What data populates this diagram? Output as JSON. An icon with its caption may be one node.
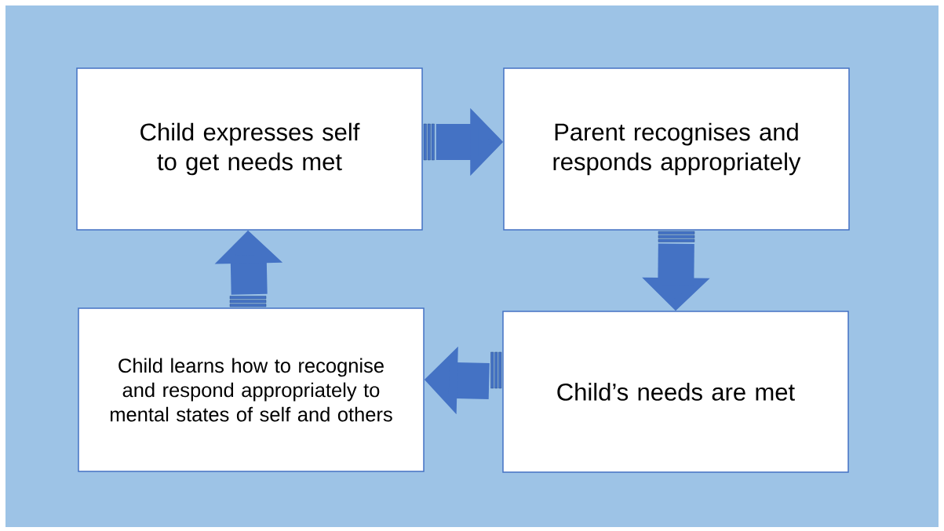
{
  "diagram": {
    "nodes": [
      {
        "text": [
          "Child expresses self to get needs met"
        ]
      },
      {
        "text": [
          "Parent recognises and responds appropriately"
        ]
      },
      {
        "text": [
          "Child’s needs are met"
        ]
      },
      {
        "text": [
          "Child learns how to recognise and respond appropriately to mental states of self and others"
        ]
      }
    ],
    "edges": [
      {
        "from": 0,
        "to": 1,
        "arrow": "to"
      },
      {
        "from": 1,
        "to": 2,
        "arrow": "to"
      },
      {
        "from": 2,
        "to": 3,
        "arrow": "to"
      },
      {
        "from": 3,
        "to": 0,
        "arrow": "to"
      }
    ]
  }
}
